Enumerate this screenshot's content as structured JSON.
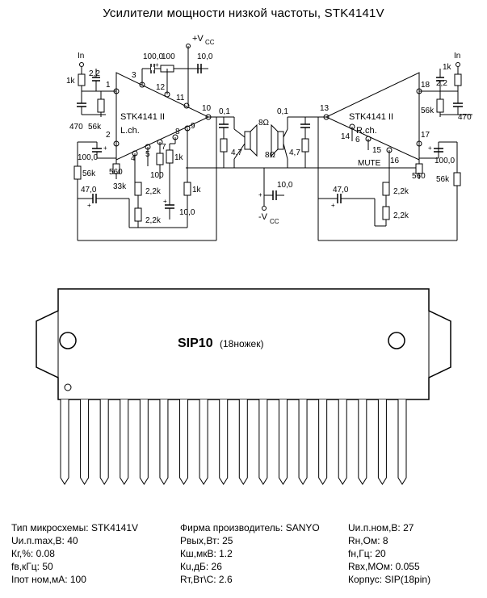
{
  "title": "Усилители мощности низкой частоты, STK4141V",
  "schematic": {
    "supply_pos": "+V",
    "supply_pos_sub": "CC",
    "supply_neg": "-V",
    "supply_neg_sub": "CC",
    "in_left": "In",
    "in_right": "In",
    "chip_left_name": "STK4141  II",
    "chip_left_ch": "L.ch.",
    "chip_right_name": "STK4141  II",
    "chip_right_ch": "R.ch.",
    "mute": "MUTE",
    "pins": [
      "1",
      "2",
      "3",
      "4",
      "5",
      "6",
      "7",
      "8",
      "9",
      "10",
      "11",
      "12",
      "13",
      "14",
      "15",
      "16",
      "17",
      "18"
    ],
    "values": {
      "r1k_l": "1k",
      "c22_l": "2,2",
      "c470_l": "470",
      "r56k_l": "56k",
      "c100_top": "100,0",
      "r100_top": "100",
      "c10_top": "10,0",
      "c01_l": "0,1",
      "spk_l": "8Ω",
      "r47_l": "4,7",
      "c01_r": "0,1",
      "spk_r": "8Ω",
      "r47_r": "4,7",
      "r1k_r": "1k",
      "c22_r": "2,2",
      "r56k_r": "56k",
      "c470_r": "470",
      "c100_l": "100,0",
      "r56k_l2": "56k",
      "r560_l": "560",
      "r33k": "33k",
      "r100_mid": "100",
      "r1k_mid": "1k",
      "c47_l": "47,0",
      "r22k_l1": "2,2k",
      "r22k_l2": "2,2k",
      "r1k_l2": "1k",
      "c10_mid": "10,0",
      "c10_neg": "10,0",
      "c47_r": "47,0",
      "r22k_r1": "2,2k",
      "r22k_r2": "2,2k",
      "r560_r": "560",
      "c100_r": "100,0",
      "r56k_r2": "56k"
    }
  },
  "package": {
    "label_main": "SIP10",
    "label_sub": "(18ножек)",
    "pin_count": 18
  },
  "specs": {
    "col1": [
      "Тип микросхемы: STK4141V",
      "Uи.п.max,B: 40",
      "Кг,%: 0.08",
      "fв,кГц: 50",
      "Iпот ном,мА: 100"
    ],
    "col2": [
      "Фирма производитель: SANYO",
      "Pвых,Вт: 25",
      "Кш,мкВ: 1.2",
      "Кu,дБ: 26",
      "Rт,Вт\\С: 2.6"
    ],
    "col3": [
      "Uи.п.ном,B: 27",
      "Rн,Ом: 8",
      "fн,Гц: 20",
      "Rвх,МОм: 0.055",
      "Корпус: SIP(18pin)"
    ]
  }
}
